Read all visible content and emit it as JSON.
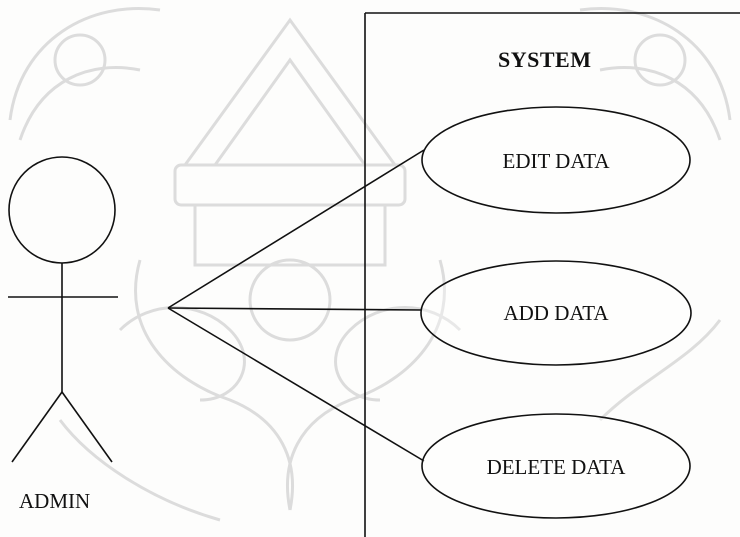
{
  "diagram": {
    "type": "use-case",
    "system_boundary": {
      "title": "SYSTEM"
    },
    "actor": {
      "name": "ADMIN"
    },
    "use_cases": [
      {
        "label": "EDIT DATA"
      },
      {
        "label": "ADD DATA"
      },
      {
        "label": "DELETE DATA"
      }
    ],
    "associations": [
      {
        "from": "ADMIN",
        "to": "EDIT DATA"
      },
      {
        "from": "ADMIN",
        "to": "ADD DATA"
      },
      {
        "from": "ADMIN",
        "to": "DELETE DATA"
      }
    ],
    "colors": {
      "line": "#111111",
      "background": "#fdfdfc",
      "watermark": "#c9c9c9"
    }
  }
}
